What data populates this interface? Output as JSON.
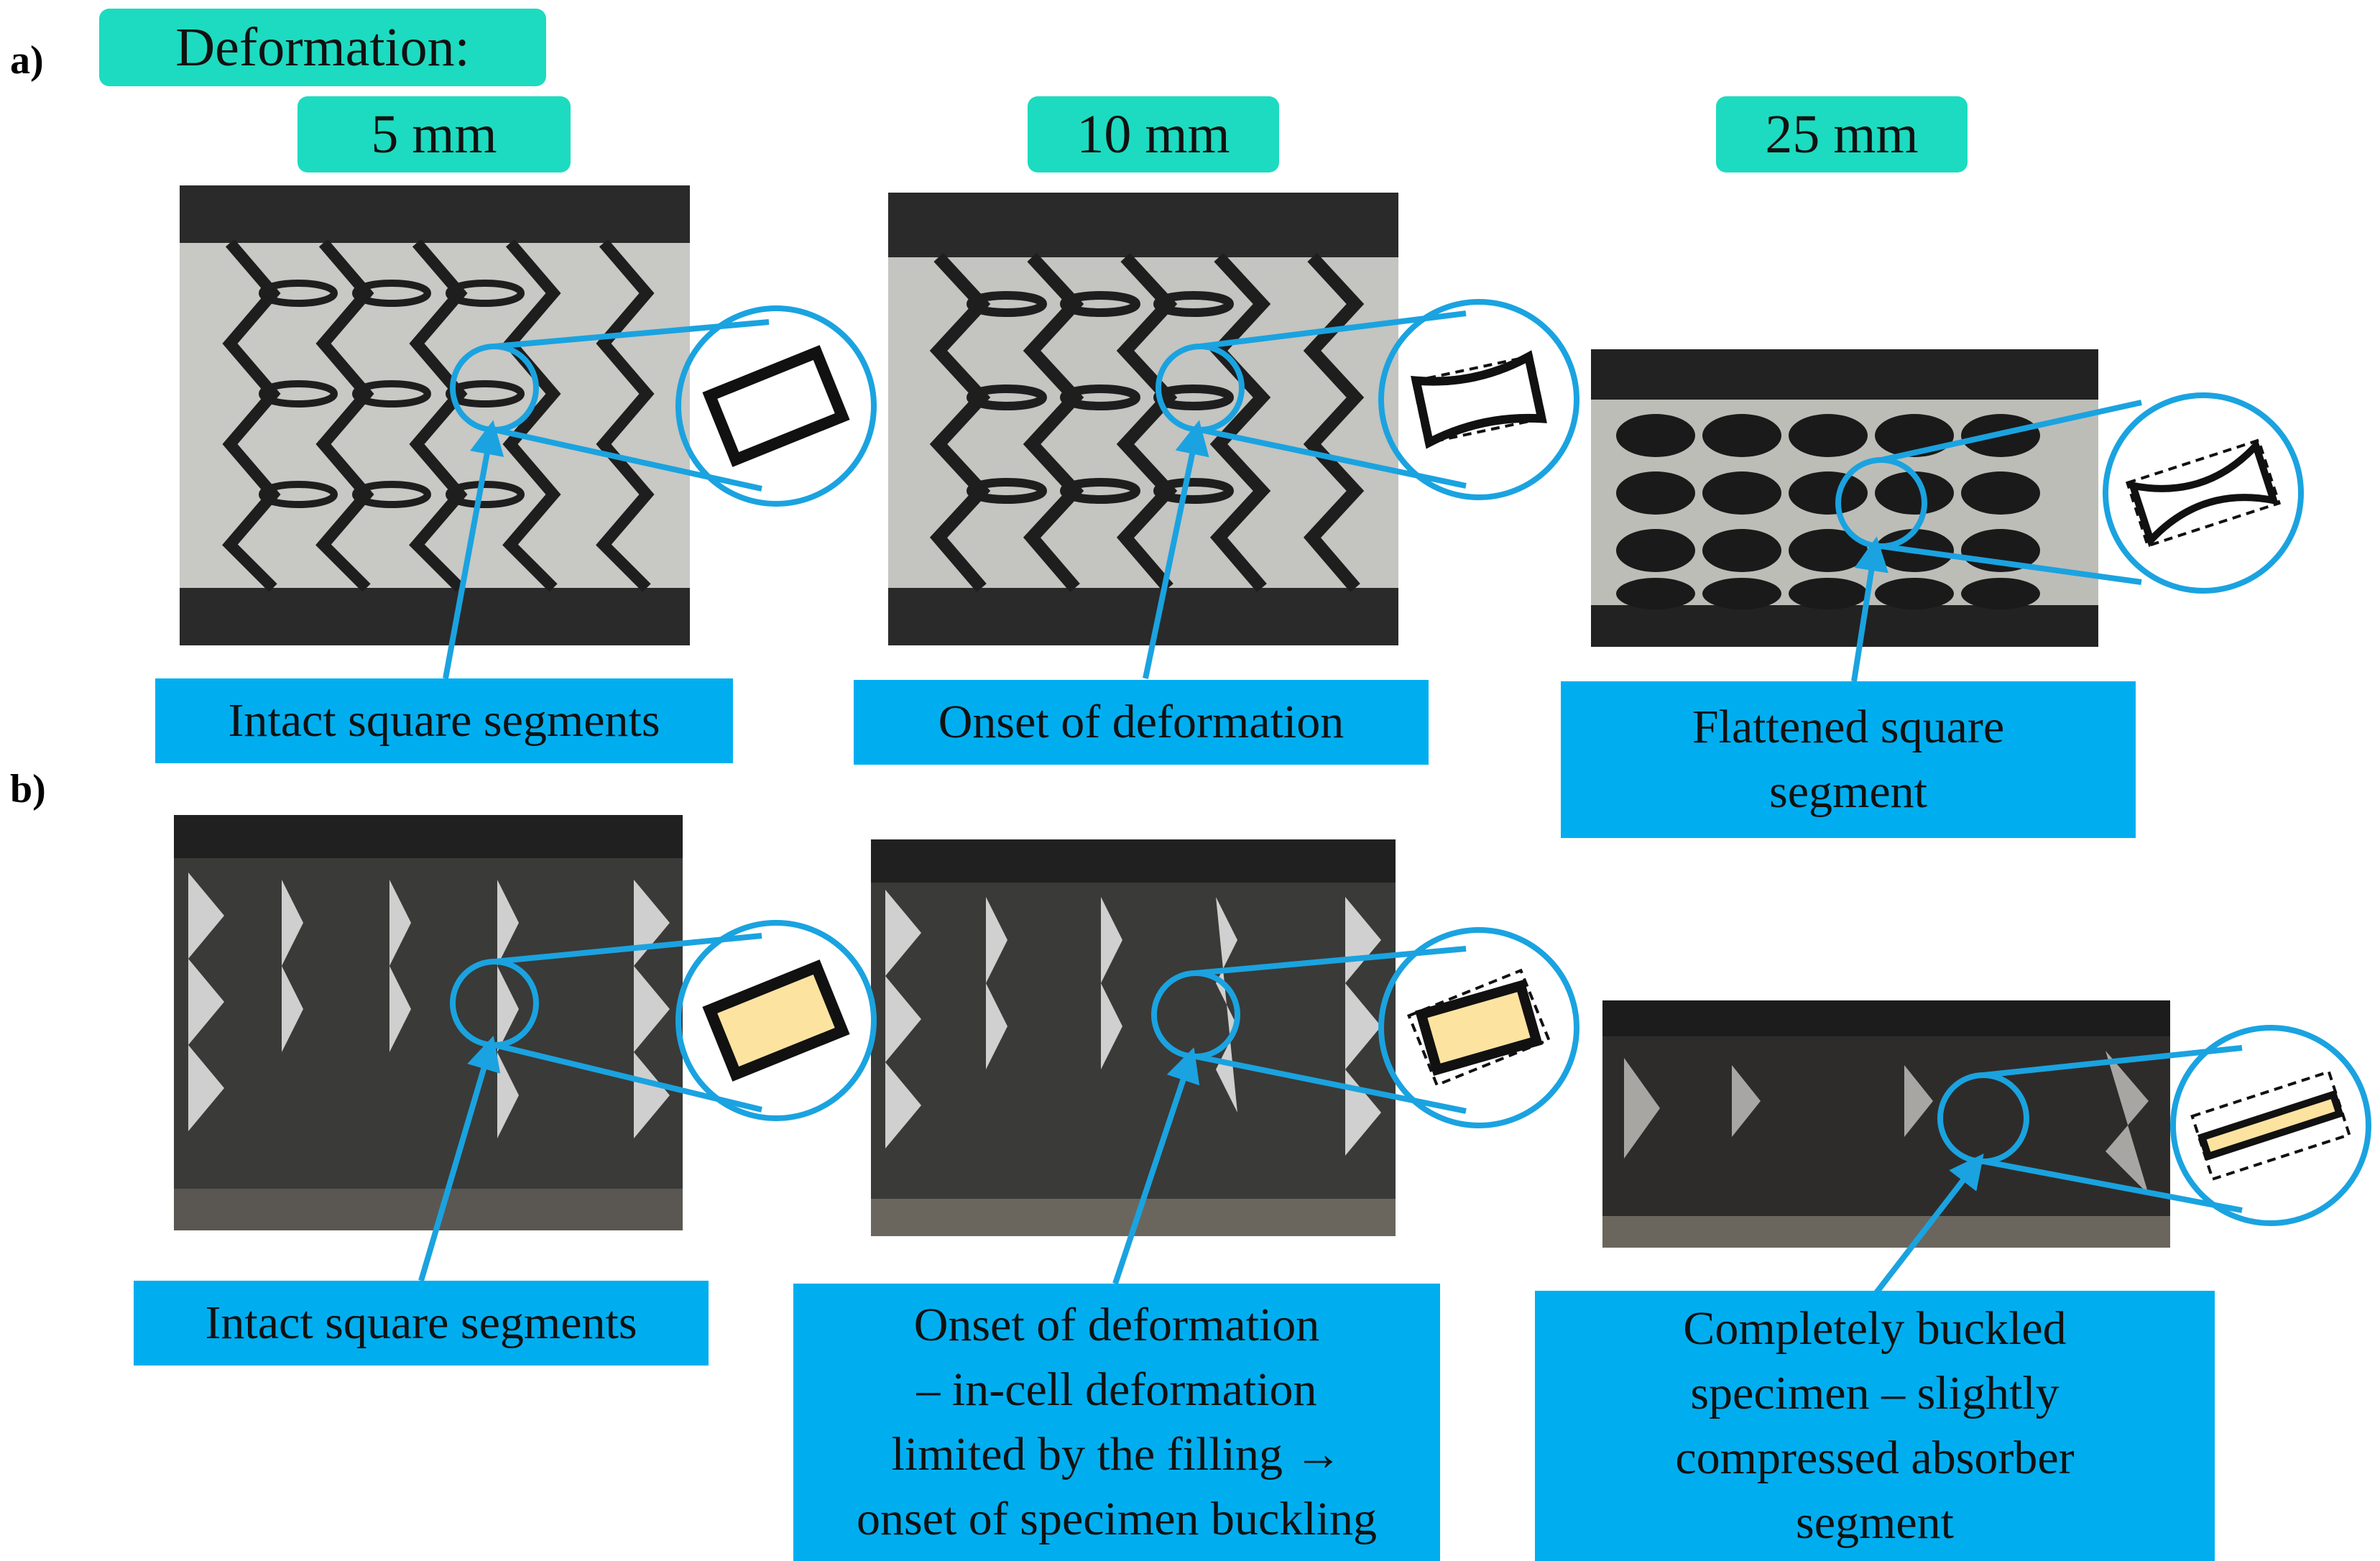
{
  "panels": {
    "a": "a)",
    "b": "b)"
  },
  "header": {
    "title": "Deformation:"
  },
  "columns": [
    {
      "label": "5 mm"
    },
    {
      "label": "10 mm"
    },
    {
      "label": "25 mm"
    }
  ],
  "row_a": {
    "captions": [
      {
        "lines": [
          "Intact square segments"
        ]
      },
      {
        "lines": [
          "Onset of deformation"
        ]
      },
      {
        "lines": [
          "Flattened square",
          "segment"
        ]
      }
    ]
  },
  "row_b": {
    "captions": [
      {
        "lines": [
          "Intact square segments"
        ]
      },
      {
        "lines": [
          "Onset of deformation",
          "– in-cell deformation",
          "limited by the filling →",
          "onset of specimen buckling"
        ]
      },
      {
        "lines": [
          "Completely buckled",
          "specimen – slightly",
          "compressed absorber",
          "segment"
        ]
      }
    ]
  },
  "colors": {
    "teal": "#1ddbc0",
    "callout_blue": "#00aeef",
    "filling": "#fde3a0"
  },
  "icons": {
    "segment_a1": "intact-square-segment-icon",
    "segment_a2": "slightly-bent-segment-icon",
    "segment_a3": "flattened-segment-icon",
    "segment_b1": "filled-intact-segment-icon",
    "segment_b2": "filled-tilted-segment-icon",
    "segment_b3": "compressed-filled-segment-icon"
  }
}
